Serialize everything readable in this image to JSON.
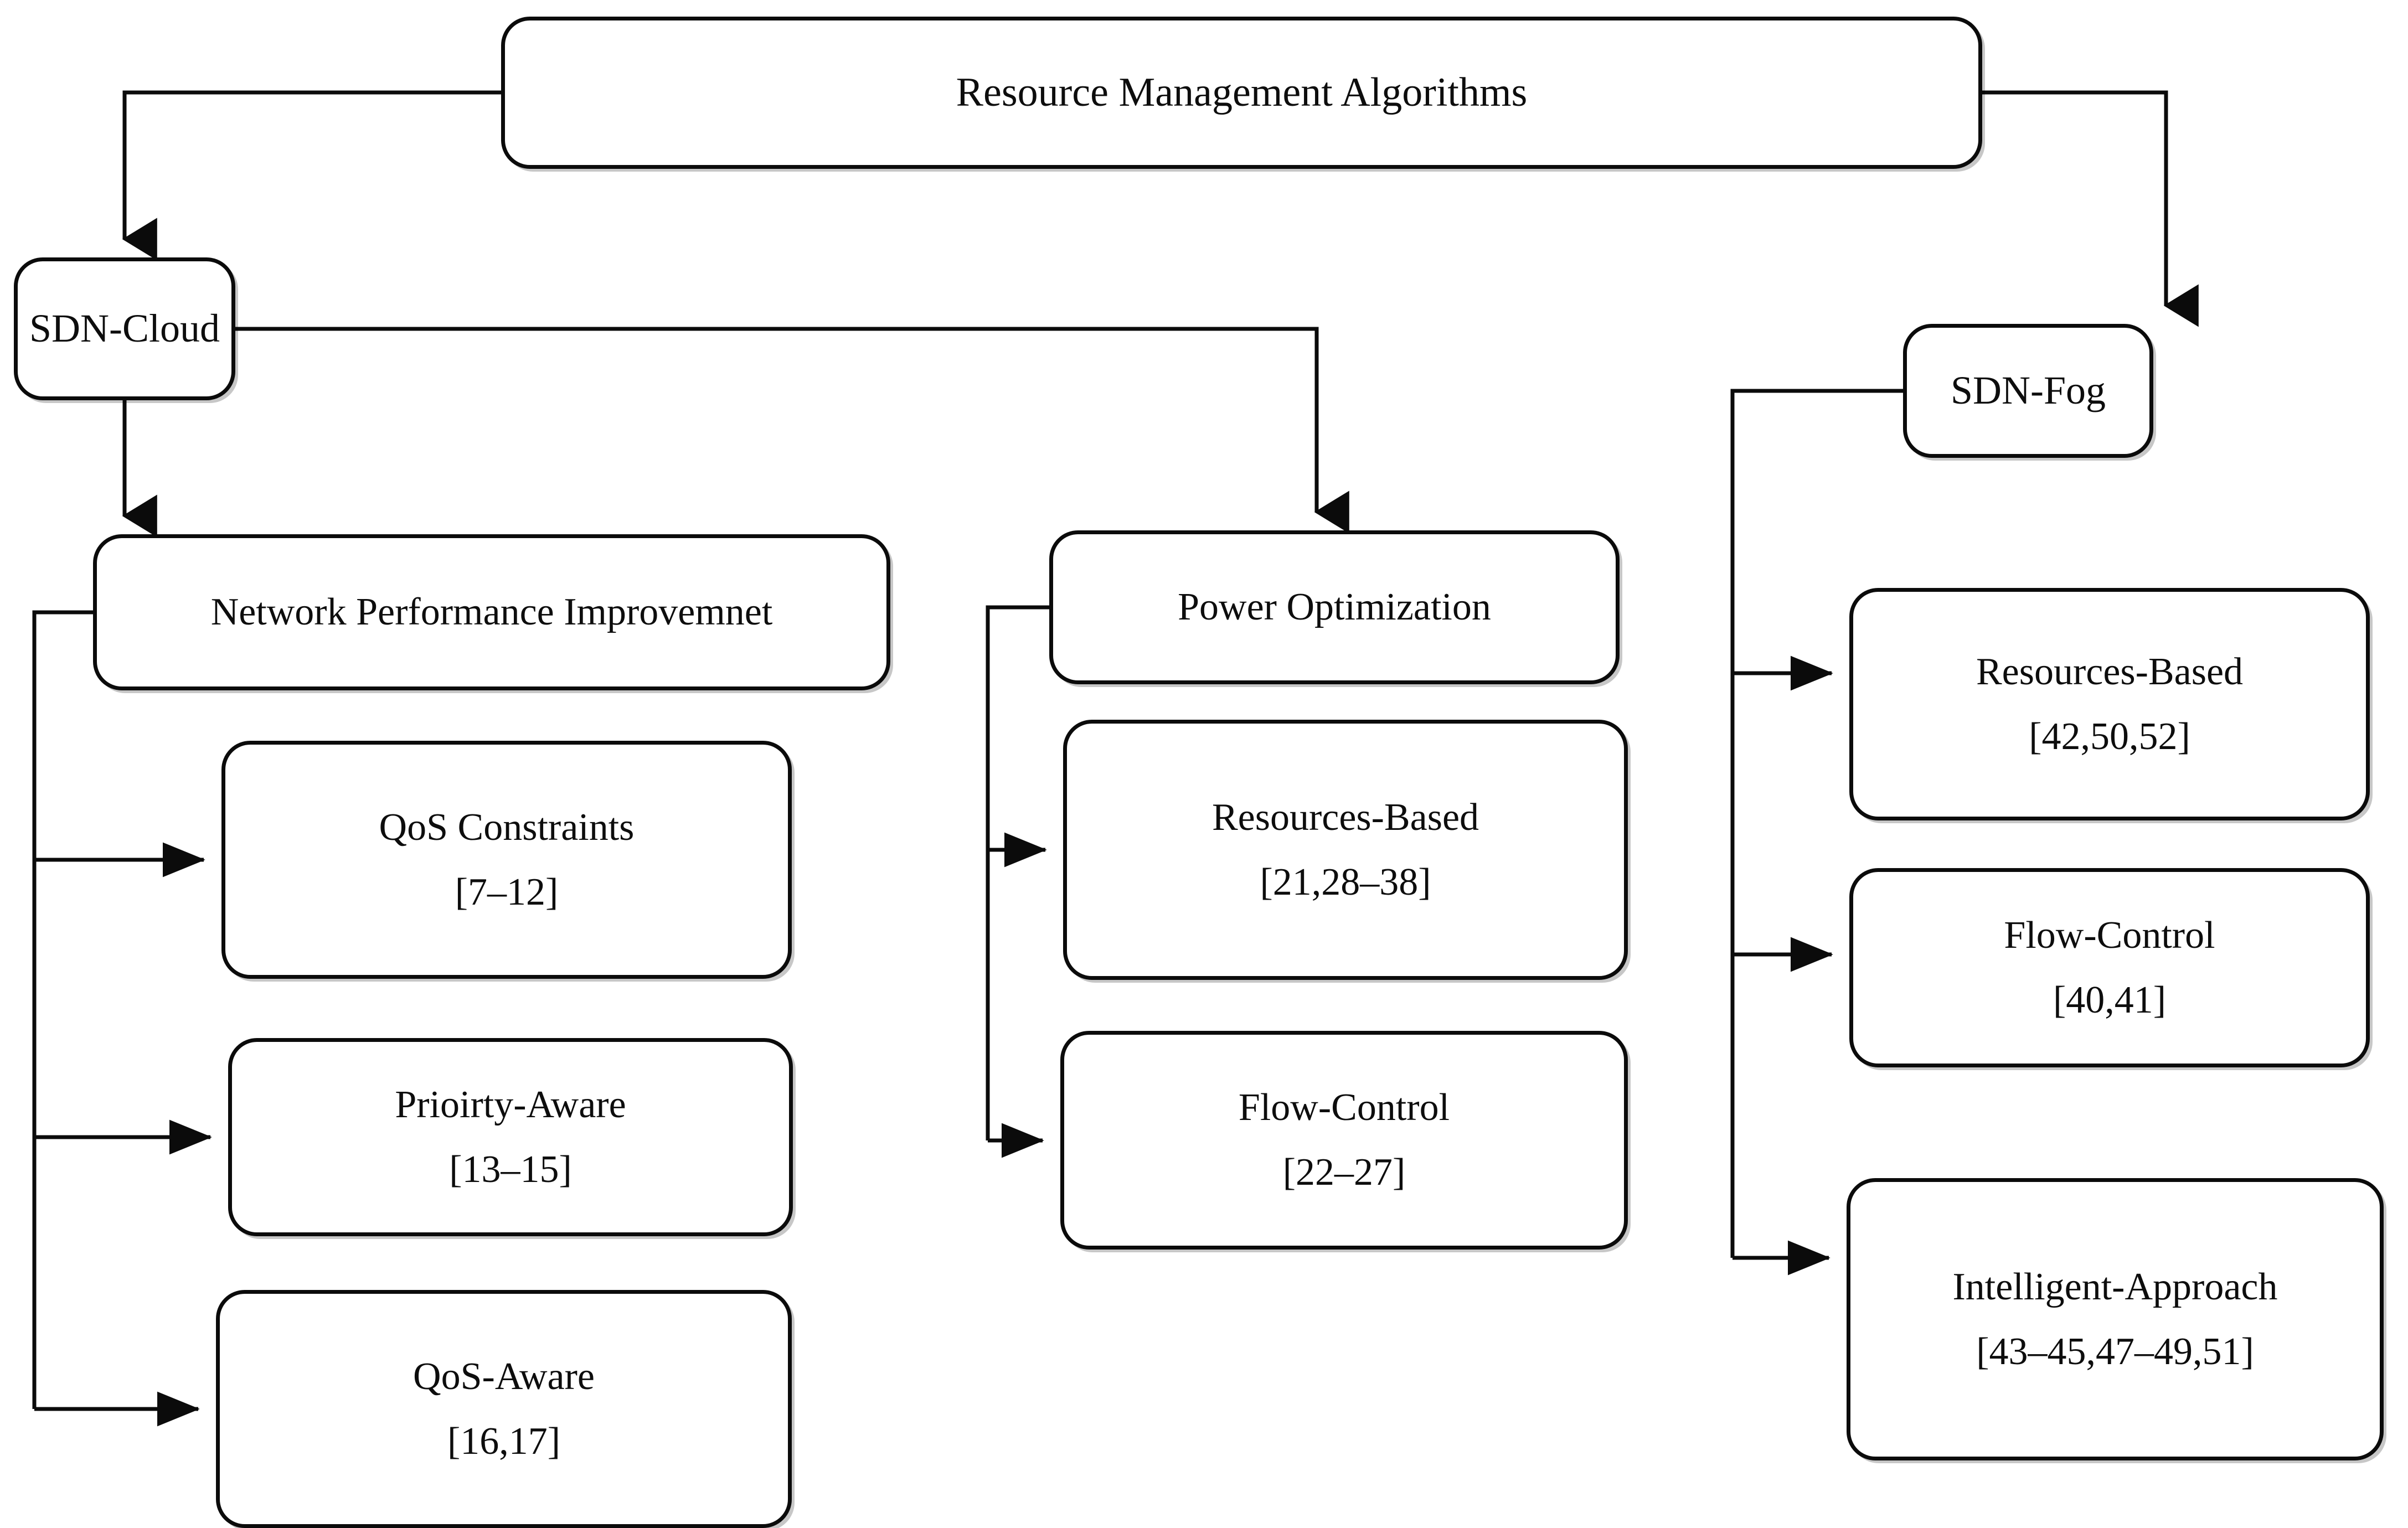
{
  "diagram": {
    "title": "Resource Management Algorithms",
    "root": {
      "label": "Resource Management Algorithms"
    },
    "branches": [
      {
        "id": "sdn-cloud",
        "label": "SDN-Cloud",
        "categories": [
          {
            "id": "network-performance-improvement",
            "label": "Network Performance Improvemnet",
            "leaves": [
              {
                "id": "qos-constraints",
                "label": "QoS Constraints",
                "refs": "[7–12]"
              },
              {
                "id": "priority-aware",
                "label": "Prioirty-Aware",
                "refs": "[13–15]"
              },
              {
                "id": "qos-aware",
                "label": "QoS-Aware",
                "refs": "[16,17]"
              }
            ]
          },
          {
            "id": "power-optimization",
            "label": "Power Optimization",
            "leaves": [
              {
                "id": "resources-based-power",
                "label": "Resources-Based",
                "refs": "[21,28–38]"
              },
              {
                "id": "flow-control-power",
                "label": "Flow-Control",
                "refs": "[22–27]"
              }
            ]
          }
        ]
      },
      {
        "id": "sdn-fog",
        "label": "SDN-Fog",
        "categories": [
          {
            "id": "sdn-fog-direct",
            "label": "",
            "leaves": [
              {
                "id": "resources-based-fog",
                "label": "Resources-Based",
                "refs": "[42,50,52]"
              },
              {
                "id": "flow-control-fog",
                "label": "Flow-Control",
                "refs": "[40,41]"
              },
              {
                "id": "intelligent-approach",
                "label": "Intelligent-Approach",
                "refs": "[43–45,47–49,51]"
              }
            ]
          }
        ]
      }
    ],
    "style": {
      "stroke_color": "#0b0b0b",
      "node_fill": "#ffffff",
      "text_color": "#0d0d0d",
      "background": "#ffffff"
    }
  }
}
